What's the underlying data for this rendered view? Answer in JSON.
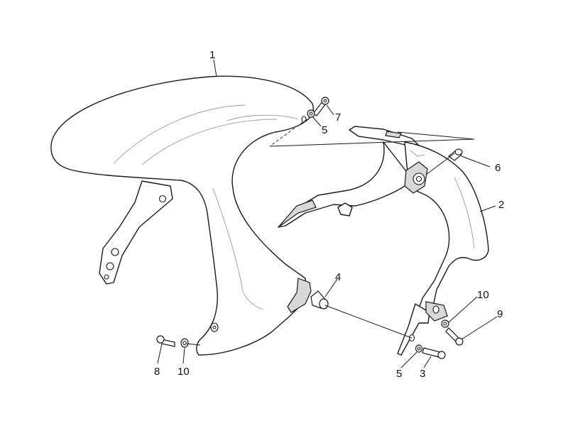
{
  "callouts": [
    {
      "id": "c1",
      "text": "1"
    },
    {
      "id": "c7",
      "text": "7"
    },
    {
      "id": "c5a",
      "text": "5"
    },
    {
      "id": "c6",
      "text": "6"
    },
    {
      "id": "c2",
      "text": "2"
    },
    {
      "id": "c4",
      "text": "4"
    },
    {
      "id": "c10a",
      "text": "10"
    },
    {
      "id": "c9",
      "text": "9"
    },
    {
      "id": "c8",
      "text": "8"
    },
    {
      "id": "c10b",
      "text": "10"
    },
    {
      "id": "c5b",
      "text": "5"
    },
    {
      "id": "c3",
      "text": "3"
    }
  ],
  "colors": {
    "line": "#1a1a1a",
    "background": "#ffffff"
  }
}
